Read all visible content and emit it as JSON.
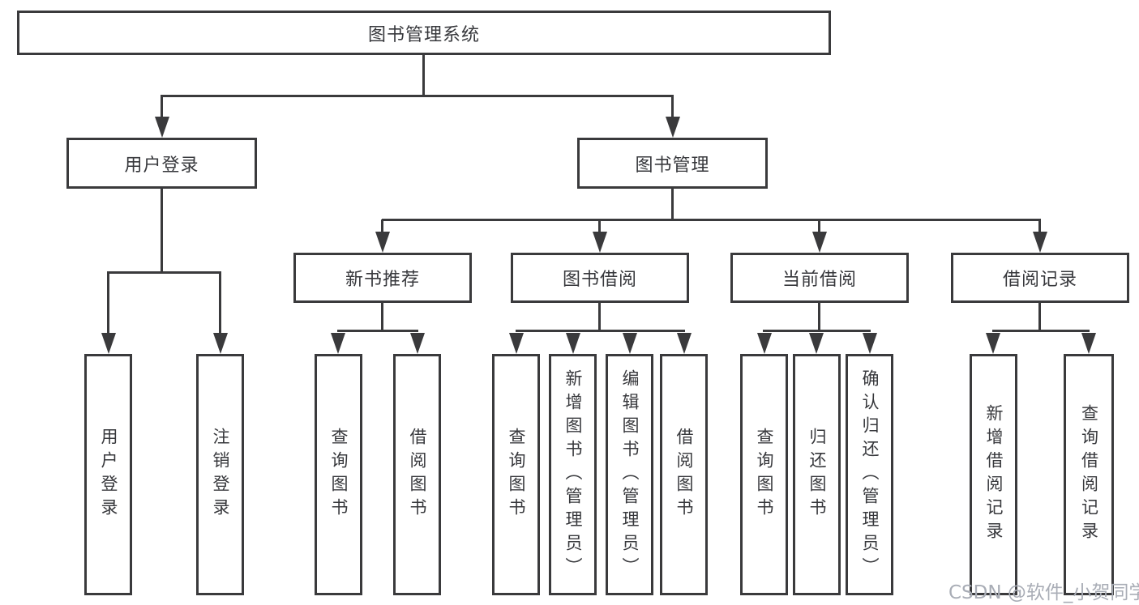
{
  "diagram": {
    "type": "hierarchy-tree",
    "root": {
      "label": "图书管理系统",
      "children": [
        {
          "label": "用户登录",
          "children": [
            {
              "label": "用户登录"
            },
            {
              "label": "注销登录"
            }
          ]
        },
        {
          "label": "图书管理",
          "children": [
            {
              "label": "新书推荐",
              "children": [
                {
                  "label": "查询图书"
                },
                {
                  "label": "借阅图书"
                }
              ]
            },
            {
              "label": "图书借阅",
              "children": [
                {
                  "label": "查询图书"
                },
                {
                  "label": "新增图书（管理员）"
                },
                {
                  "label": "编辑图书（管理员）"
                },
                {
                  "label": "借阅图书"
                }
              ]
            },
            {
              "label": "当前借阅",
              "children": [
                {
                  "label": "查询图书"
                },
                {
                  "label": "归还图书"
                },
                {
                  "label": "确认归还（管理员）"
                }
              ]
            },
            {
              "label": "借阅记录",
              "children": [
                {
                  "label": "新增借阅记录"
                },
                {
                  "label": "查询借阅记录"
                }
              ]
            }
          ]
        }
      ]
    }
  },
  "watermark": {
    "text": "CSDN @软件_小贺同学"
  },
  "colors": {
    "line": "#3a3a3c",
    "text": "#37383c",
    "watermark": "#a9adb6",
    "background": "#ffffff"
  }
}
